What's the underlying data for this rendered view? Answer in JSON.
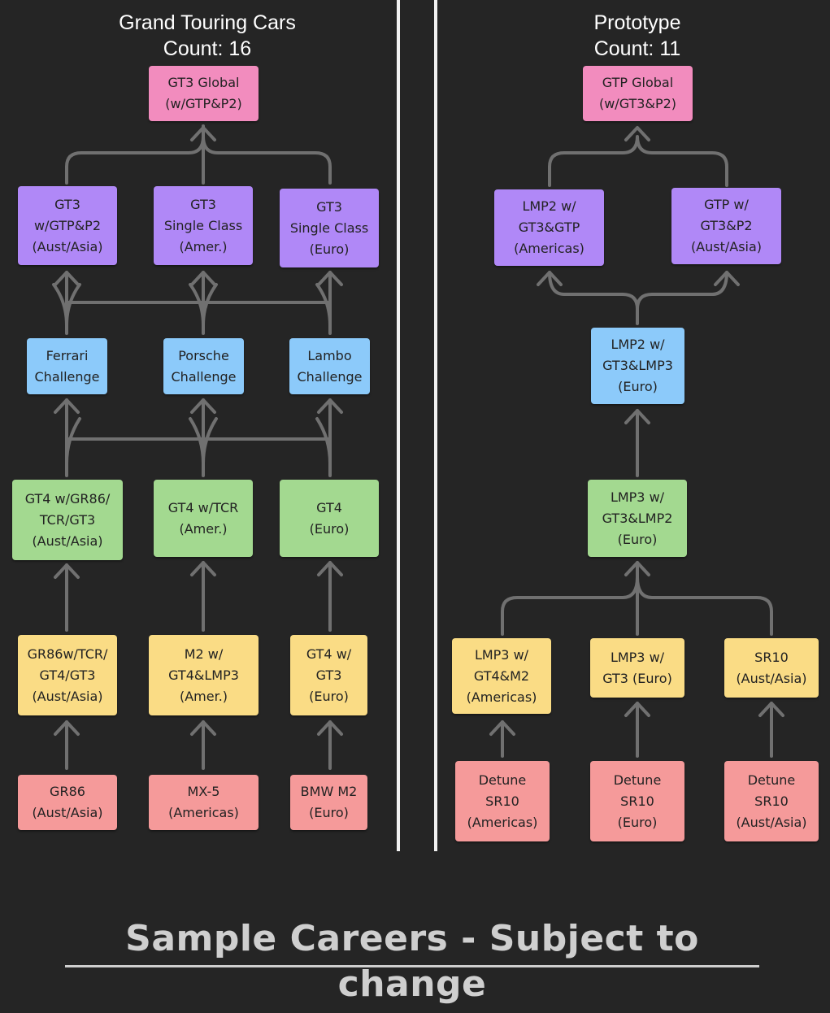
{
  "sections": {
    "grand_touring": {
      "title": "Grand Touring Cars\nCount: 16"
    },
    "prototype": {
      "title": "Prototype\nCount: 11"
    }
  },
  "nodes": {
    "gt3_global": "GT3 Global\n(w/GTP&P2)",
    "gt3_aust_asia": "GT3\nw/GTP&P2\n(Aust/Asia)",
    "gt3_amer": "GT3\nSingle Class\n(Amer.)",
    "gt3_euro": "GT3\nSingle Class\n(Euro)",
    "ferrari": "Ferrari\nChallenge",
    "porsche": "Porsche\nChallenge",
    "lambo": "Lambo\nChallenge",
    "gt4_aust_asia": "GT4 w/GR86/\nTCR/GT3\n(Aust/Asia)",
    "gt4_amer": "GT4 w/TCR\n(Amer.)",
    "gt4_euro": "GT4\n(Euro)",
    "gr86_mixed": "GR86w/TCR/\nGT4/GT3\n(Aust/Asia)",
    "m2_mixed": "M2 w/\nGT4&LMP3\n(Amer.)",
    "gt4_gt3_euro": "GT4 w/\nGT3\n(Euro)",
    "gr86": "GR86\n(Aust/Asia)",
    "mx5": "MX-5\n(Americas)",
    "bmw_m2": "BMW M2\n(Euro)",
    "gtp_global": "GTP Global\n(w/GT3&P2)",
    "lmp2_americas": "LMP2 w/\nGT3&GTP\n(Americas)",
    "gtp_aust_asia": "GTP w/\nGT3&P2\n(Aust/Asia)",
    "lmp2_euro": "LMP2 w/\nGT3&LMP3\n(Euro)",
    "lmp3_euro": "LMP3 w/\nGT3&LMP2\n(Euro)",
    "lmp3_americas": "LMP3 w/\nGT4&M2\n(Americas)",
    "lmp3_gt3_euro": "LMP3 w/\nGT3 (Euro)",
    "sr10_aust_asia": "SR10\n(Aust/Asia)",
    "detune_americas": "Detune\nSR10\n(Americas)",
    "detune_euro": "Detune\nSR10\n(Euro)",
    "detune_aust_asia": "Detune\nSR10\n(Aust/Asia)"
  },
  "footer": "Sample Careers - Subject to change",
  "colors": {
    "background": "#252525",
    "connector": "#707070",
    "pink": "#f28cbe",
    "purple": "#b088f7",
    "blue": "#8ccafa",
    "green": "#a3d990",
    "yellow": "#fadc85",
    "red": "#f59a9a"
  }
}
